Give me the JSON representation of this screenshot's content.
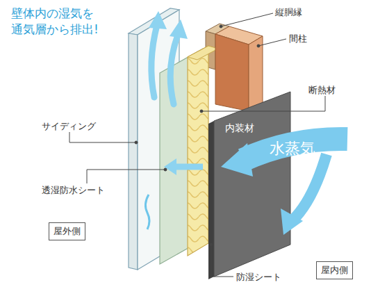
{
  "diagram": {
    "title": "壁体内の湿気を 通気層から排出!",
    "nodes": [
      {
        "text": [
          "屋外側"
        ]
      },
      {
        "text": [
          "屋内側"
        ]
      }
    ],
    "labels": [
      "縦胴縁",
      "間柱",
      "断熱材",
      "サイディング",
      "透湿防水シート",
      "内装材",
      "水蒸気",
      "防湿シート"
    ]
  }
}
